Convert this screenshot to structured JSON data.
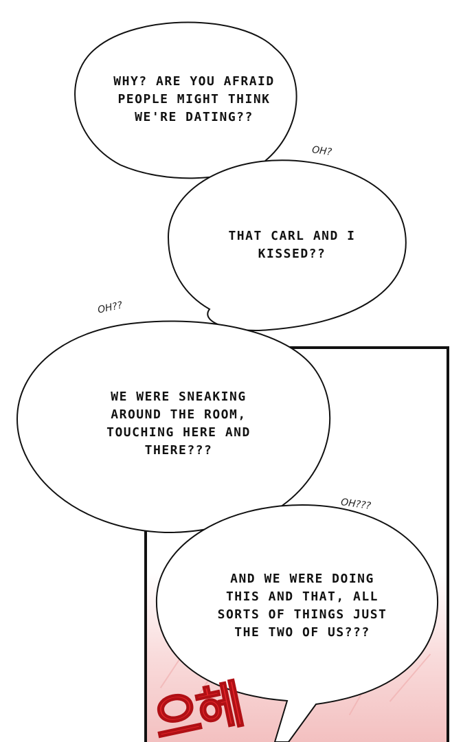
{
  "bubbles": {
    "b1": "WHY? ARE YOU AFRAID\nPEOPLE MIGHT THINK\nWE'RE DATING??",
    "b2": "THAT CARL AND I\nKISSED??",
    "b3": "WE WERE SNEAKING\nAROUND THE ROOM,\nTOUCHING HERE AND\nTHERE???",
    "b4": "AND WE WERE DOING\nTHIS AND THAT, ALL\nSORTS OF THINGS JUST\nTHE TWO OF US???"
  },
  "interjections": {
    "oh1": "OH?",
    "oh2": "OH??",
    "oh3": "OH???"
  },
  "sfx": {
    "korean": "으헤"
  },
  "colors": {
    "ink": "#111111",
    "sfx_red": "#e8262b",
    "panel_pink": "#f7d4d4"
  }
}
